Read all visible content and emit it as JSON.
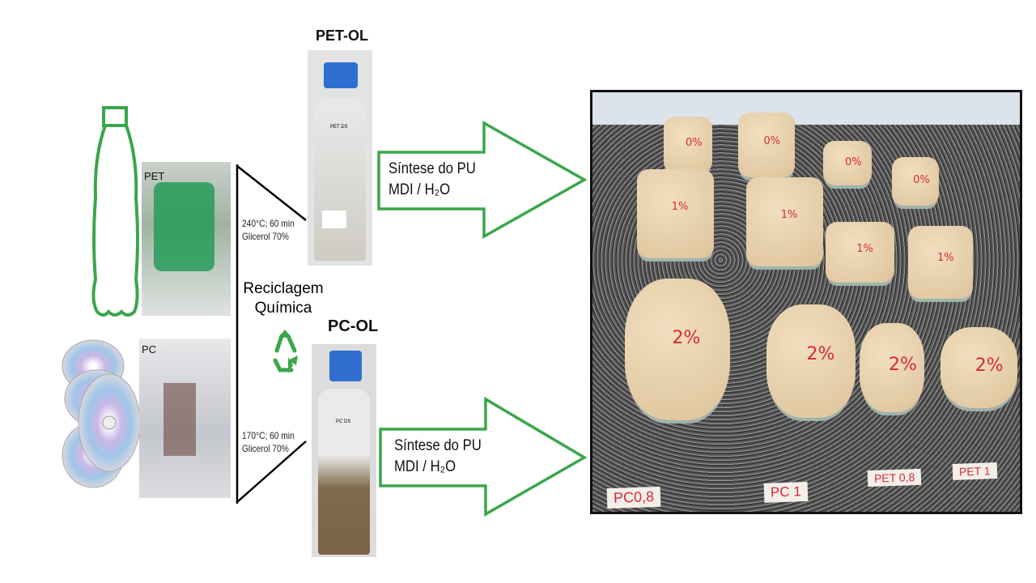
{
  "left": {
    "pet_label": "PET",
    "pc_label": "PC",
    "pet_cond": [
      "240°C; 60 min",
      "Glicerol 70%"
    ],
    "pc_cond": [
      "170°C; 60 min",
      "Glicerol 70%"
    ],
    "process": [
      "Reciclagem",
      "Química"
    ]
  },
  "polyols": {
    "pet_ol": "PET-OL",
    "pc_ol": "PC-OL",
    "pet_bottle_label": "PET DS",
    "pc_bottle_label": "PC DS"
  },
  "arrows": [
    {
      "line1": "Síntese do PU",
      "line2": "MDI / H₂O"
    },
    {
      "line1": "Síntese do PU",
      "line2": "MDI / H₂O"
    }
  ],
  "photo": {
    "tags": [
      "PC0,8",
      "PC 1",
      "PET 0,8",
      "PET 1"
    ],
    "rows": [
      "0%",
      "1%",
      "2%"
    ]
  },
  "colors": {
    "green": "#3aa64a",
    "cap": "#2f6fd0"
  }
}
